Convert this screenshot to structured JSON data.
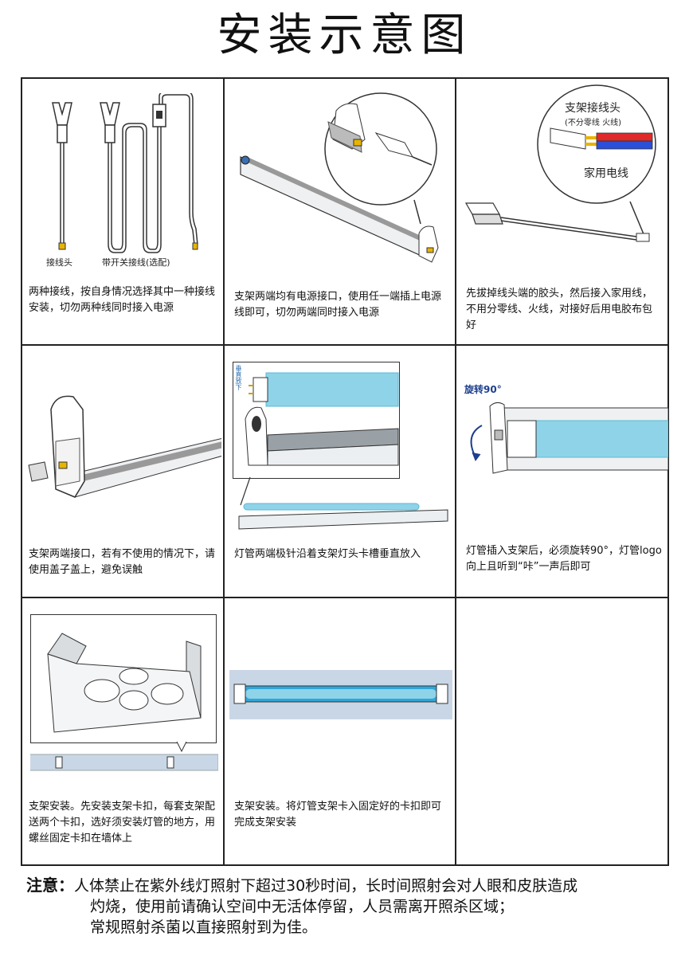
{
  "title": "安装示意图",
  "steps": [
    {
      "caption": "两种接线，按自身情况选择其中一种接线安装，切勿两种线同时接入电源",
      "labels": {
        "left": "接线头",
        "right": "带开关接线(选配)"
      }
    },
    {
      "caption": "支架两端均有电源接口，使用任一端插上电源线即可，切勿两端同时接入电源"
    },
    {
      "caption": "先拔掉线头端的胶头，然后接入家用线，不用分零线、火线，对接好后用电胶布包好",
      "labels": {
        "head": "支架接线头",
        "sub": "(不分零线  火线)",
        "home": "家用电线"
      }
    },
    {
      "caption": "支架两端接口，若有不使用的情况下，请使用盖子盖上，避免误触"
    },
    {
      "caption": "灯管两端极针沿着支架灯头卡槽垂直放入",
      "labels": {
        "vertical": "垂直放下"
      }
    },
    {
      "caption": "灯管插入支架后，必须旋转90°，灯管logo向上且听到“咔”一声后即可",
      "labels": {
        "rotate": "旋转90°"
      }
    },
    {
      "caption": "支架安装。先安装支架卡扣，每套支架配送两个卡扣，选好须安装灯管的地方，用螺丝固定卡扣在墙体上"
    },
    {
      "caption": "支架安装。将灯管支架卡入固定好的卡扣即可完成支架安装"
    }
  ],
  "notice": {
    "label": "注意：",
    "line1": "人体禁止在紫外线灯照射下超过30秒时间，长时间照射会对人眼和皮肤造成",
    "line2": "灼烧，使用前请确认空间中无活体停留，人员需离开照杀区域；",
    "line3": "常规照射杀菌以直接照射到为佳。"
  },
  "colors": {
    "tube": "#8fd3e8",
    "tube_dark": "#5bb8d6",
    "frame": "#d9dde0",
    "line": "#222222",
    "wire_red": "#e02a2a",
    "wire_blue": "#2a4fd8"
  }
}
